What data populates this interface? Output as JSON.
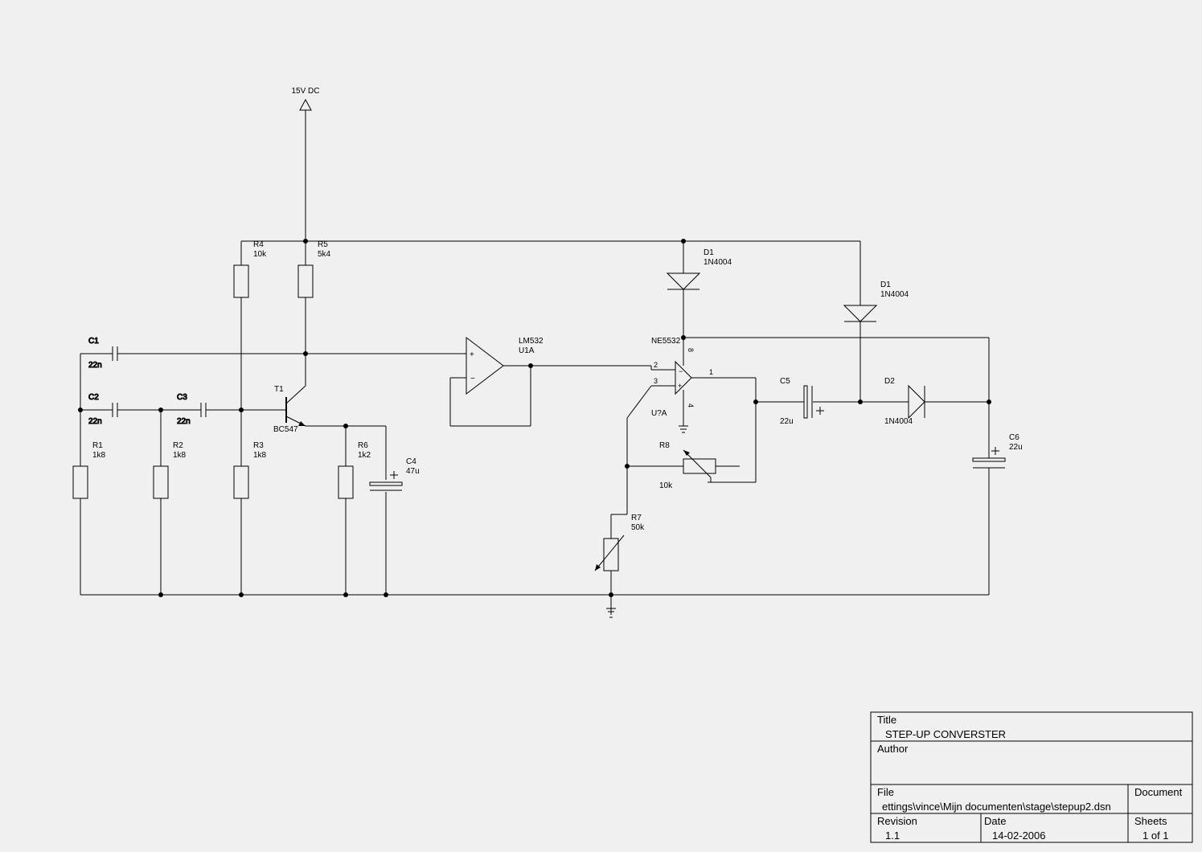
{
  "supply": {
    "label": "15V DC"
  },
  "components": {
    "r4": {
      "ref": "R4",
      "value": "10k"
    },
    "r5": {
      "ref": "R5",
      "value": "5k4"
    },
    "r1": {
      "ref": "R1",
      "value": "1k8"
    },
    "r2": {
      "ref": "R2",
      "value": "1k8"
    },
    "r3": {
      "ref": "R3",
      "value": "1k8"
    },
    "r6": {
      "ref": "R6",
      "value": "1k2"
    },
    "r7": {
      "ref": "R7",
      "value": "50k"
    },
    "r8": {
      "ref": "R8",
      "value": "10k"
    },
    "c1": {
      "ref": "C1",
      "value": "22n"
    },
    "c2": {
      "ref": "C2",
      "value": "22n"
    },
    "c3": {
      "ref": "C3",
      "value": "22n"
    },
    "c4": {
      "ref": "C4",
      "value": "47u"
    },
    "c5": {
      "ref": "C5",
      "value": "22u"
    },
    "c6": {
      "ref": "C6",
      "value": "22u"
    },
    "t1": {
      "ref": "T1",
      "value": "BC547"
    },
    "d1a": {
      "ref": "D1",
      "value": "1N4004"
    },
    "d1b": {
      "ref": "D1",
      "value": "1N4004"
    },
    "d2": {
      "ref": "D2",
      "value": "1N4004"
    },
    "u1a": {
      "ref": "U1A",
      "value": "LM532"
    },
    "u2a": {
      "ref": "U?A",
      "value": "NE5532",
      "pins": {
        "p2": "2",
        "p3": "3",
        "p1": "1",
        "p8": "8",
        "p4": "4"
      }
    }
  },
  "title_block": {
    "title_label": "Title",
    "title_value": "STEP-UP CONVERSTER",
    "author_label": "Author",
    "author_value": "",
    "file_label": "File",
    "file_value": "ettings\\vince\\Mijn documenten\\stage\\stepup2.dsn",
    "document_label": "Document",
    "document_value": "",
    "revision_label": "Revision",
    "revision_value": "1.1",
    "date_label": "Date",
    "date_value": "14-02-2006",
    "sheets_label": "Sheets",
    "sheets_value": "1 of 1"
  }
}
